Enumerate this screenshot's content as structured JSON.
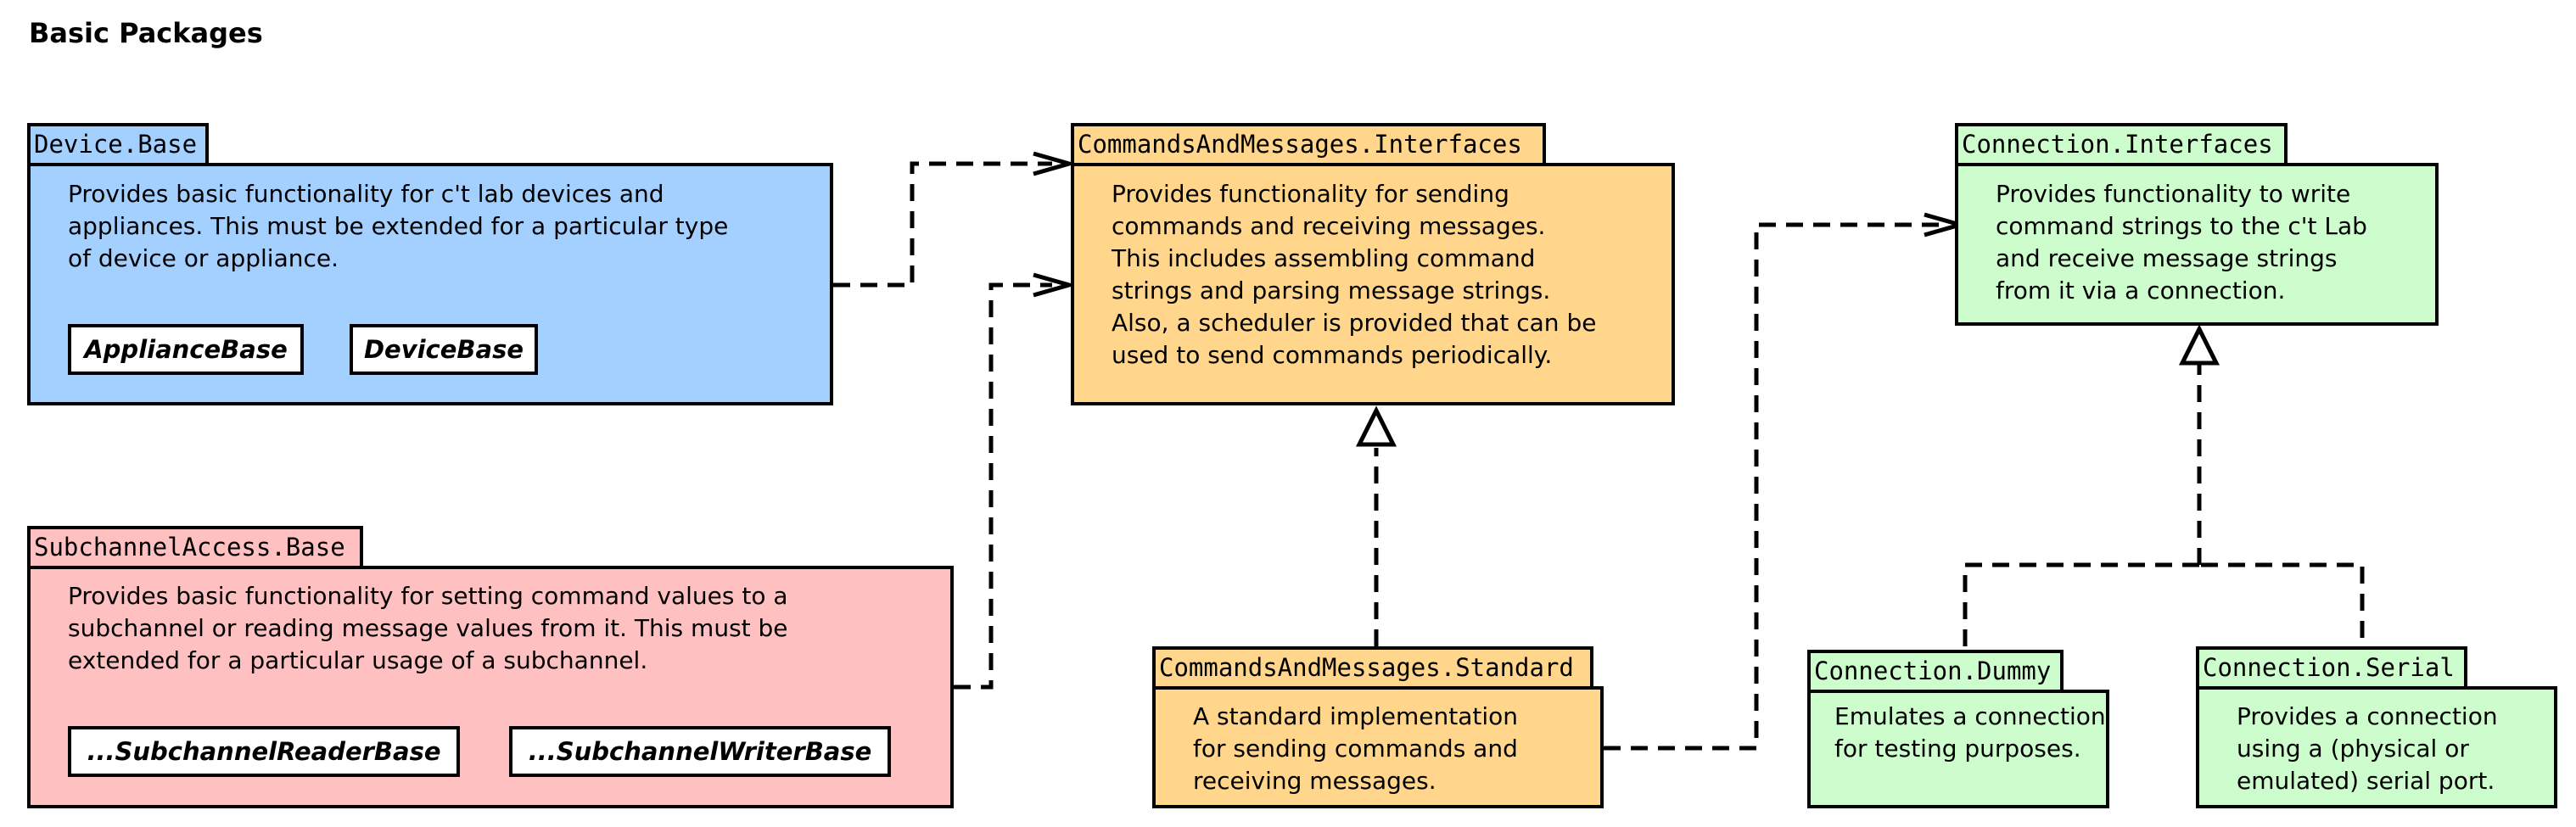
{
  "title": "Basic Packages",
  "colors": {
    "device_base": "#a4d0ff",
    "commands_messages": "#ffd68c",
    "subchannel_access": "#ffc0c2",
    "connection": "#cdfdcd",
    "border": "#000000"
  },
  "packages": {
    "device_base": {
      "name": "Device.Base",
      "description": "Provides basic functionality for c't lab devices and\nappliances. This must be extended for a particular type\nof device or appliance.",
      "classes": [
        "ApplianceBase",
        "DeviceBase"
      ]
    },
    "subchannel_access_base": {
      "name": "SubchannelAccess.Base",
      "description": "Provides basic functionality for setting command values to a\nsubchannel or reading message values from it. This must be\nextended for a particular usage of a subchannel.",
      "classes": [
        "...SubchannelReaderBase",
        "...SubchannelWriterBase"
      ]
    },
    "commands_interfaces": {
      "name": "CommandsAndMessages.Interfaces",
      "description": "Provides functionality for sending\ncommands and receiving messages.\nThis includes assembling command\nstrings and parsing message strings.\nAlso, a scheduler is provided that can be\nused to send commands periodically."
    },
    "commands_standard": {
      "name": "CommandsAndMessages.Standard",
      "description": "A standard implementation\nfor sending commands and\nreceiving messages."
    },
    "connection_interfaces": {
      "name": "Connection.Interfaces",
      "description": "Provides functionality to write\ncommand strings to the c't Lab\nand receive message strings\nfrom it via a connection."
    },
    "connection_dummy": {
      "name": "Connection.Dummy",
      "description": "Emulates a connection\nfor testing purposes."
    },
    "connection_serial": {
      "name": "Connection.Serial",
      "description": "Provides a connection\nusing a (physical or\nemulated) serial port."
    }
  },
  "relations": [
    {
      "from": "Device.Base",
      "to": "CommandsAndMessages.Interfaces",
      "type": "dependency"
    },
    {
      "from": "SubchannelAccess.Base",
      "to": "CommandsAndMessages.Interfaces",
      "type": "dependency"
    },
    {
      "from": "CommandsAndMessages.Standard",
      "to": "CommandsAndMessages.Interfaces",
      "type": "realization"
    },
    {
      "from": "CommandsAndMessages.Standard",
      "to": "Connection.Interfaces",
      "type": "dependency"
    },
    {
      "from": "Connection.Dummy",
      "to": "Connection.Interfaces",
      "type": "realization"
    },
    {
      "from": "Connection.Serial",
      "to": "Connection.Interfaces",
      "type": "realization"
    }
  ]
}
